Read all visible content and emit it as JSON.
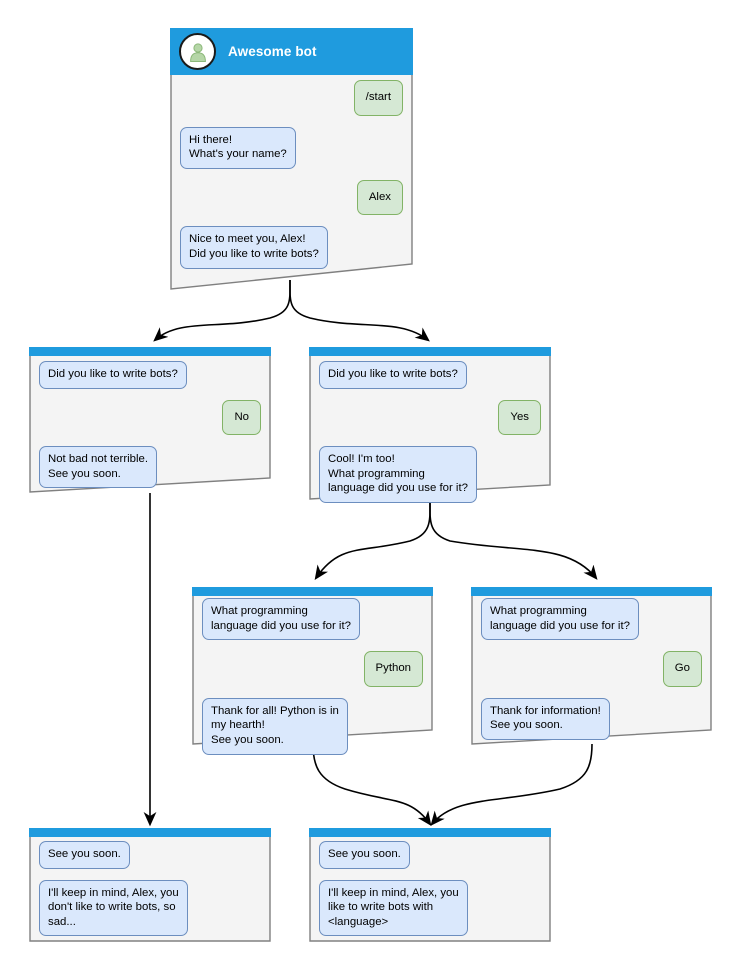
{
  "diagram": {
    "title_card": {
      "bot_name": "Awesome bot",
      "avatar_icon": "person-avatar-icon",
      "messages": [
        {
          "side": "right",
          "author": "user",
          "text": "/start"
        },
        {
          "side": "left",
          "author": "bot",
          "text": "Hi there!\nWhat's your name?"
        },
        {
          "side": "right",
          "author": "user",
          "text": "Alex"
        },
        {
          "side": "left",
          "author": "bot",
          "text": "Nice to meet you, Alex!\nDid you like to write bots?"
        }
      ]
    },
    "cards": [
      {
        "id": "card-no",
        "messages": [
          {
            "side": "left",
            "author": "bot",
            "text": "Did you like to write bots?"
          },
          {
            "side": "right",
            "author": "user",
            "text": "No"
          },
          {
            "side": "left",
            "author": "bot",
            "text": "Not bad not terrible.\nSee you soon."
          }
        ]
      },
      {
        "id": "card-yes",
        "messages": [
          {
            "side": "left",
            "author": "bot",
            "text": "Did you like to write bots?"
          },
          {
            "side": "right",
            "author": "user",
            "text": "Yes"
          },
          {
            "side": "left",
            "author": "bot",
            "text": "Cool! I'm too!\nWhat programming\nlanguage did you use for it?"
          }
        ]
      },
      {
        "id": "card-python",
        "messages": [
          {
            "side": "left",
            "author": "bot",
            "text": "What programming\nlanguage did you use for it?"
          },
          {
            "side": "right",
            "author": "user",
            "text": "Python"
          },
          {
            "side": "left",
            "author": "bot",
            "text": "Thank for all! Python is in\nmy hearth!\nSee you soon."
          }
        ]
      },
      {
        "id": "card-go",
        "messages": [
          {
            "side": "left",
            "author": "bot",
            "text": "What programming\nlanguage did you use for it?"
          },
          {
            "side": "right",
            "author": "user",
            "text": "Go"
          },
          {
            "side": "left",
            "author": "bot",
            "text": "Thank for information!\nSee you soon."
          }
        ]
      },
      {
        "id": "card-end-sad",
        "messages": [
          {
            "side": "left",
            "author": "bot",
            "text": "See you soon."
          },
          {
            "side": "left",
            "author": "bot",
            "text": "I'll keep in mind, Alex, you\ndon't like to write bots, so\nsad..."
          }
        ]
      },
      {
        "id": "card-end-happy",
        "messages": [
          {
            "side": "left",
            "author": "bot",
            "text": "See you soon."
          },
          {
            "side": "left",
            "author": "bot",
            "text": "I'll keep in mind, Alex, you\nlike to write bots with\n<language>"
          }
        ]
      }
    ],
    "colors": {
      "header_blue": "#1f9bde",
      "card_background": "#f4f4f4",
      "card_border": "#808080",
      "bot_bubble_fill": "#dae8fc",
      "bot_bubble_stroke": "#6c8ebf",
      "user_bubble_fill": "#d5e8d4",
      "user_bubble_stroke": "#82b366",
      "edge_stroke": "#000000",
      "avatar_figure": "#b5d6a7"
    }
  }
}
